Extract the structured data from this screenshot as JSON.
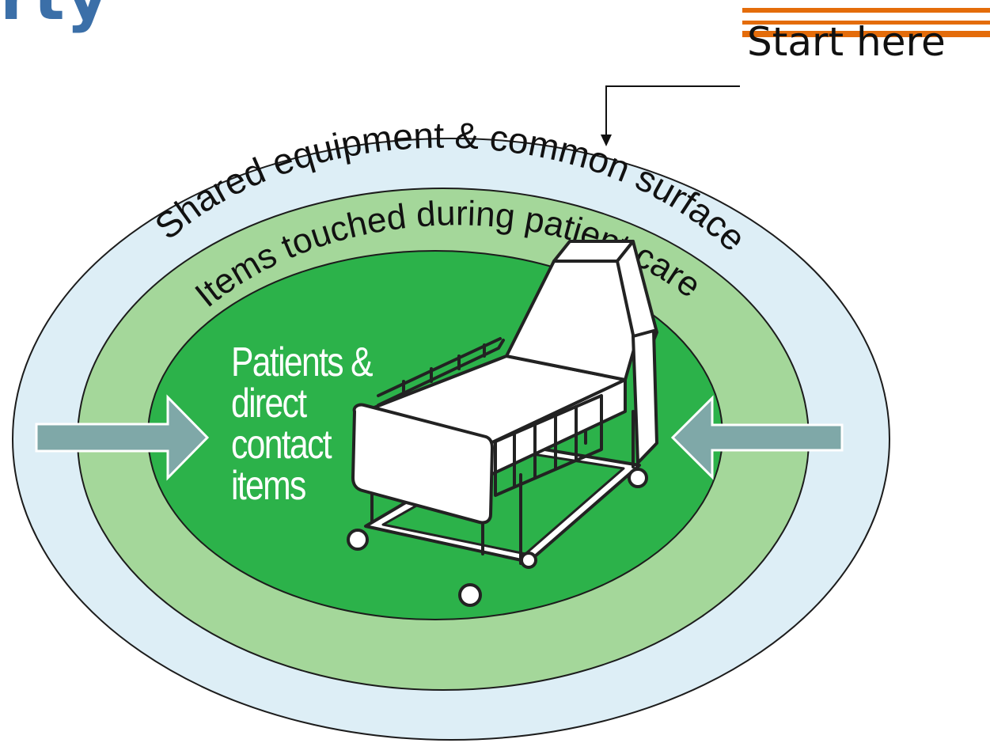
{
  "title": "rty",
  "callout": {
    "label": "Start here"
  },
  "rings": {
    "outer": "Shared equipment & common surfaces",
    "middle": "Items touched during patient care",
    "inner_lines": [
      "Patients &",
      "direct",
      "contact",
      "items"
    ]
  },
  "colors": {
    "title": "#3b6fa8",
    "accent_rules": "#e46c0a",
    "outer_ring": "#ddeef6",
    "middle_ring": "#a4d79a",
    "inner_core": "#2cb24a",
    "arrows": "#7fa8a8"
  },
  "icons": [
    "hospital-bed-icon",
    "arrow-right-icon",
    "arrow-left-icon"
  ]
}
